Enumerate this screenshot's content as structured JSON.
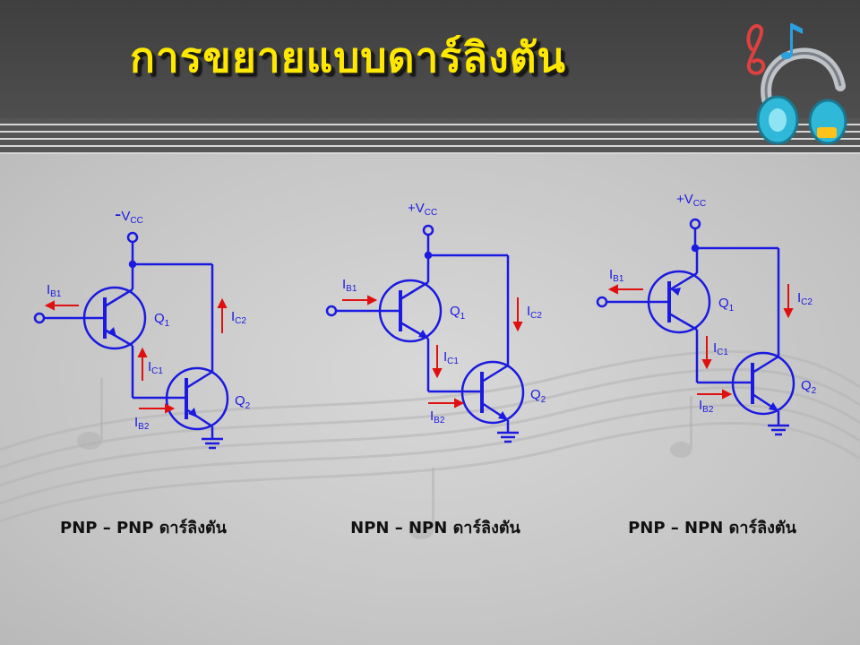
{
  "slide": {
    "title": "การขยายแบบดาร์ลิงตัน",
    "accent_title_color": "#ffe800",
    "header_color": "#474747",
    "wire_color": "#1a1ae0",
    "current_arrow_color": "#e01010"
  },
  "circuits": [
    {
      "caption": "PNP – PNP ดาร์ลิงตัน",
      "supply_sign": "-",
      "supply_main": "V",
      "supply_sub": "CC",
      "labels": {
        "ib1_main": "I",
        "ib1_sub": "B1",
        "ic1_main": "I",
        "ic1_sub": "C1",
        "ic2_main": "I",
        "ic2_sub": "C2",
        "ib2_main": "I",
        "ib2_sub": "B2",
        "q1_main": "Q",
        "q1_sub": "1",
        "q2_main": "Q",
        "q2_sub": "2"
      }
    },
    {
      "caption": "NPN – NPN ดาร์ลิงตัน",
      "supply_sign": "+",
      "supply_main": "V",
      "supply_sub": "CC",
      "labels": {
        "ib1_main": "I",
        "ib1_sub": "B1",
        "ic1_main": "I",
        "ic1_sub": "C1",
        "ic2_main": "I",
        "ic2_sub": "C2",
        "ib2_main": "I",
        "ib2_sub": "B2",
        "q1_main": "Q",
        "q1_sub": "1",
        "q2_main": "Q",
        "q2_sub": "2"
      }
    },
    {
      "caption": "PNP – NPN ดาร์ลิงตัน",
      "supply_sign": "+",
      "supply_main": "V",
      "supply_sub": "CC",
      "labels": {
        "ib1_main": "I",
        "ib1_sub": "B1",
        "ic1_main": "I",
        "ic1_sub": "C1",
        "ic2_main": "I",
        "ic2_sub": "C2",
        "ib2_main": "I",
        "ib2_sub": "B2",
        "q1_main": "Q",
        "q1_sub": "1",
        "q2_main": "Q",
        "q2_sub": "2"
      }
    }
  ],
  "icons": [
    "music-headphones-icon",
    "treble-clef-icon",
    "music-note-icon"
  ]
}
